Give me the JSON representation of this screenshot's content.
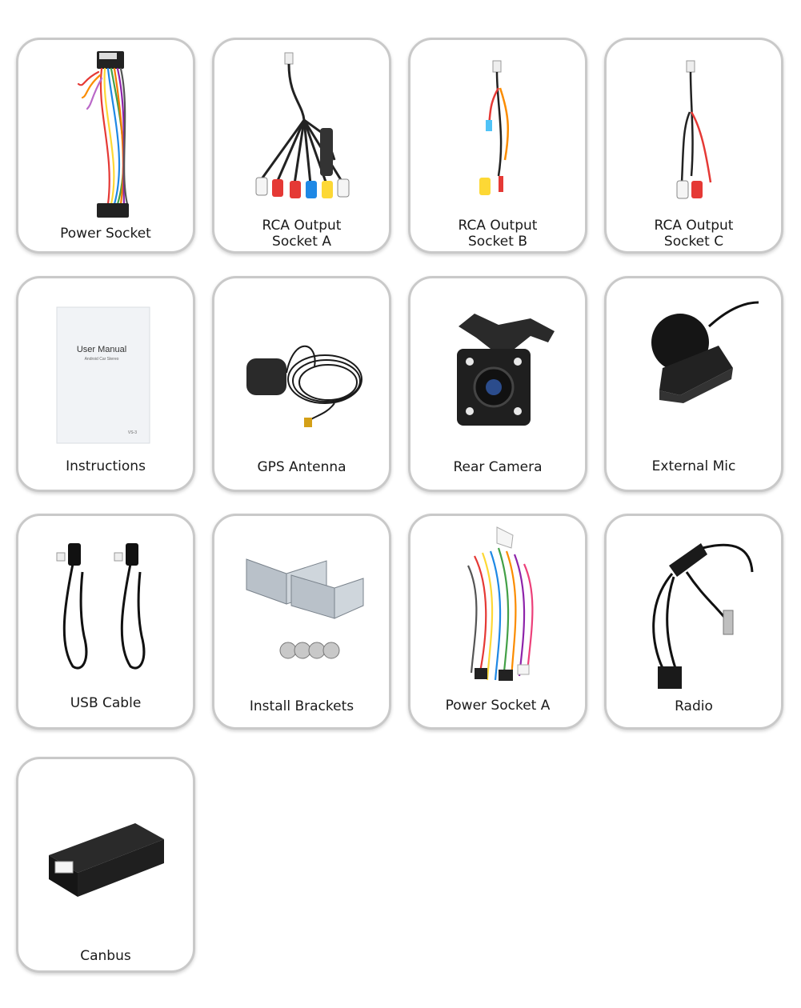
{
  "items": [
    {
      "name": "power-socket",
      "icon": "wiring-harness-icon",
      "lines": [
        "Power Socket"
      ]
    },
    {
      "name": "rca-output-socket-a",
      "icon": "rca-cable-icon",
      "lines": [
        "RCA Output",
        "Socket A"
      ]
    },
    {
      "name": "rca-output-socket-b",
      "icon": "rca-cable-icon",
      "lines": [
        "RCA Output",
        "Socket B"
      ]
    },
    {
      "name": "rca-output-socket-c",
      "icon": "rca-cable-icon",
      "lines": [
        "RCA Output",
        "Socket C"
      ]
    },
    {
      "name": "instructions",
      "icon": "manual-icon",
      "lines": [
        "Instructions"
      ],
      "manual": {
        "title": "User Manual",
        "subtitle": "Android Car Stereo",
        "code": "VS-3"
      }
    },
    {
      "name": "gps-antenna",
      "icon": "gps-antenna-icon",
      "lines": [
        "GPS Antenna"
      ]
    },
    {
      "name": "rear-camera",
      "icon": "camera-icon",
      "lines": [
        "Rear Camera"
      ]
    },
    {
      "name": "external-mic",
      "icon": "microphone-icon",
      "lines": [
        "External Mic"
      ]
    },
    {
      "name": "usb-cable",
      "icon": "usb-cable-icon",
      "lines": [
        "USB Cable"
      ]
    },
    {
      "name": "install-brackets",
      "icon": "bracket-icon",
      "lines": [
        "Install  Brackets"
      ]
    },
    {
      "name": "power-socket-a",
      "icon": "wiring-harness-icon",
      "lines": [
        "Power Socket A"
      ]
    },
    {
      "name": "radio",
      "icon": "radio-antenna-adapter-icon",
      "lines": [
        "Radio"
      ]
    },
    {
      "name": "canbus",
      "icon": "canbus-box-icon",
      "lines": [
        "Canbus"
      ]
    }
  ]
}
